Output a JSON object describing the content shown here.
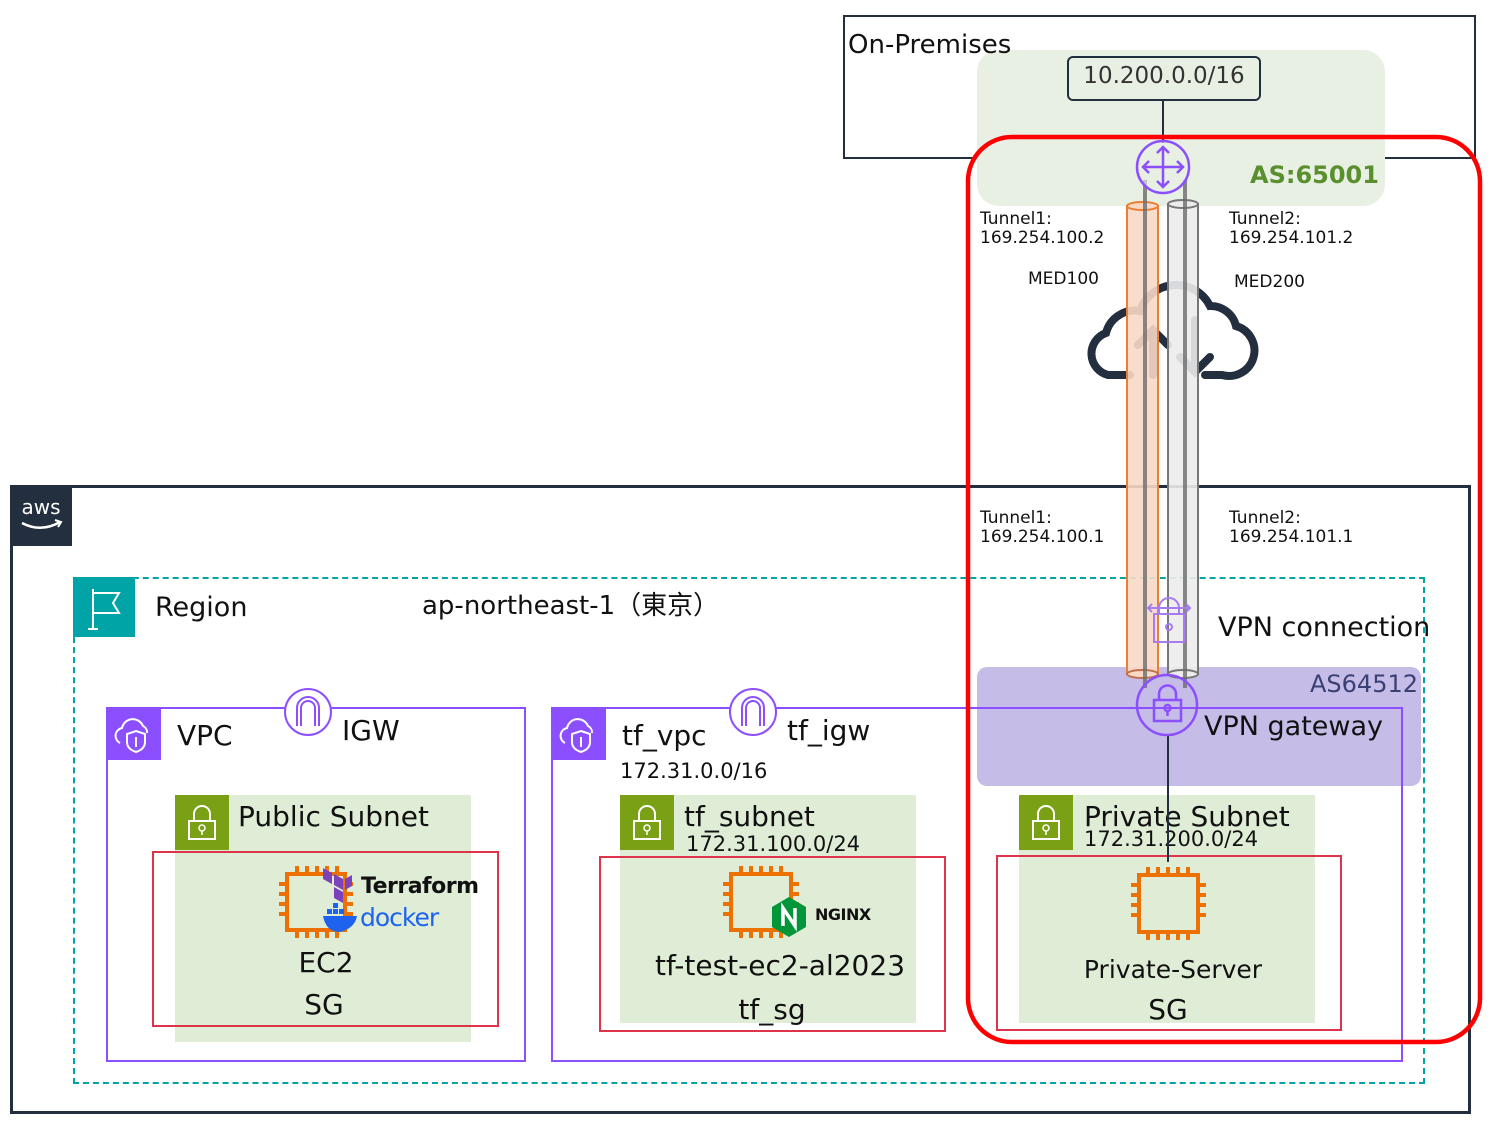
{
  "colors": {
    "aws_dark": "#232f3e",
    "region_teal": "#00a4a6",
    "vpc_purple": "#8c4fff",
    "subnet_green": "#7aa116",
    "subnet_fill": "#e0edd6",
    "sg_red": "#dd344c",
    "highlight_red": "#ff0000",
    "ec2_orange": "#ed7100",
    "vgw_fill": "#c5bde8",
    "onprem_fill": "#e8efe3",
    "as_green": "#5a8f2e"
  },
  "on_premises": {
    "title": "On-Premises",
    "cidr": "10.200.0.0/16",
    "asn": "AS:65001",
    "router_icon": "router-icon"
  },
  "tunnels": {
    "tunnel1_onprem": {
      "label": "Tunnel1:",
      "ip": "169.254.100.2"
    },
    "tunnel2_onprem": {
      "label": "Tunnel2:",
      "ip": "169.254.101.2"
    },
    "tunnel1_aws": {
      "label": "Tunnel1:",
      "ip": "169.254.100.1"
    },
    "tunnel2_aws": {
      "label": "Tunnel2:",
      "ip": "169.254.101.1"
    },
    "med1": "MED100",
    "med2": "MED200",
    "internet_icon": "cloud-updown-icon"
  },
  "aws": {
    "logo": "aws",
    "region": {
      "label": "Region",
      "name": "ap-northeast-1（東京）"
    },
    "vpn_connection": "VPN connection",
    "vpn_gateway": {
      "label": "VPN gateway",
      "asn": "AS64512"
    },
    "vpc1": {
      "label": "VPC",
      "igw": "IGW",
      "subnet": "Public Subnet",
      "instance": "EC2",
      "sg": "SG",
      "logos": {
        "terraform": "Terraform",
        "docker": "docker"
      }
    },
    "vpc2": {
      "label": "tf_vpc",
      "cidr": "172.31.0.0/16",
      "igw": "tf_igw",
      "subnet": {
        "label": "tf_subnet",
        "cidr": "172.31.100.0/24",
        "instance": "tf-test-ec2-al2023",
        "sg": "tf_sg",
        "logo": "NGINX"
      },
      "private_subnet": {
        "label": "Private Subnet",
        "cidr": "172.31.200.0/24",
        "instance": "Private-Server",
        "sg": "SG"
      }
    }
  }
}
